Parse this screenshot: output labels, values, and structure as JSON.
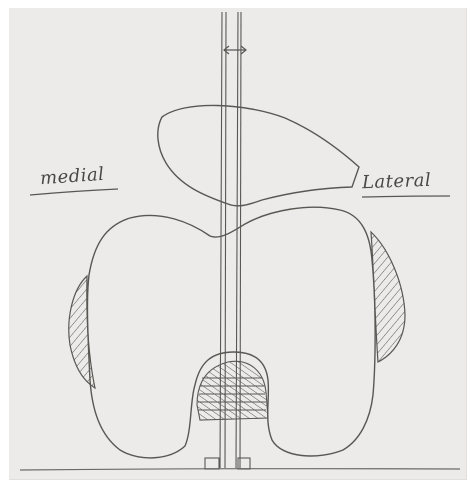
{
  "labels": {
    "medial": "medial",
    "lateral": "Lateral"
  },
  "icons": {
    "gap_arrow": "double-headed-arrow"
  },
  "colors": {
    "paper": "#ecebea",
    "pencil": "#5a5753",
    "pencil_light": "#8c8984"
  }
}
